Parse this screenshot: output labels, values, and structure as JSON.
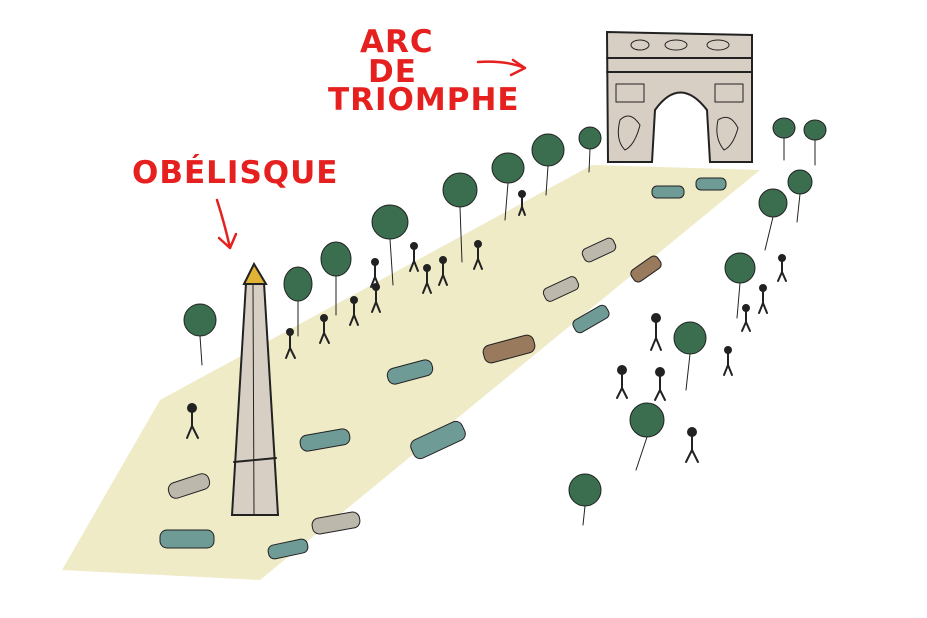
{
  "labels": {
    "arc_line1": "ARC",
    "arc_line2": "DE",
    "arc_line3": "TRIOMPHE",
    "obelisque": "OBÉLISQUE"
  },
  "colors": {
    "label_red": "#e5201f",
    "road": "#efebc7",
    "tree_green": "#3a6e4f",
    "stone": "#d8cfc4",
    "car_teal": "#6f9b97",
    "car_grey": "#bcb8ac",
    "car_brown": "#9a7a5c",
    "shadow": "#c9c9c9"
  }
}
